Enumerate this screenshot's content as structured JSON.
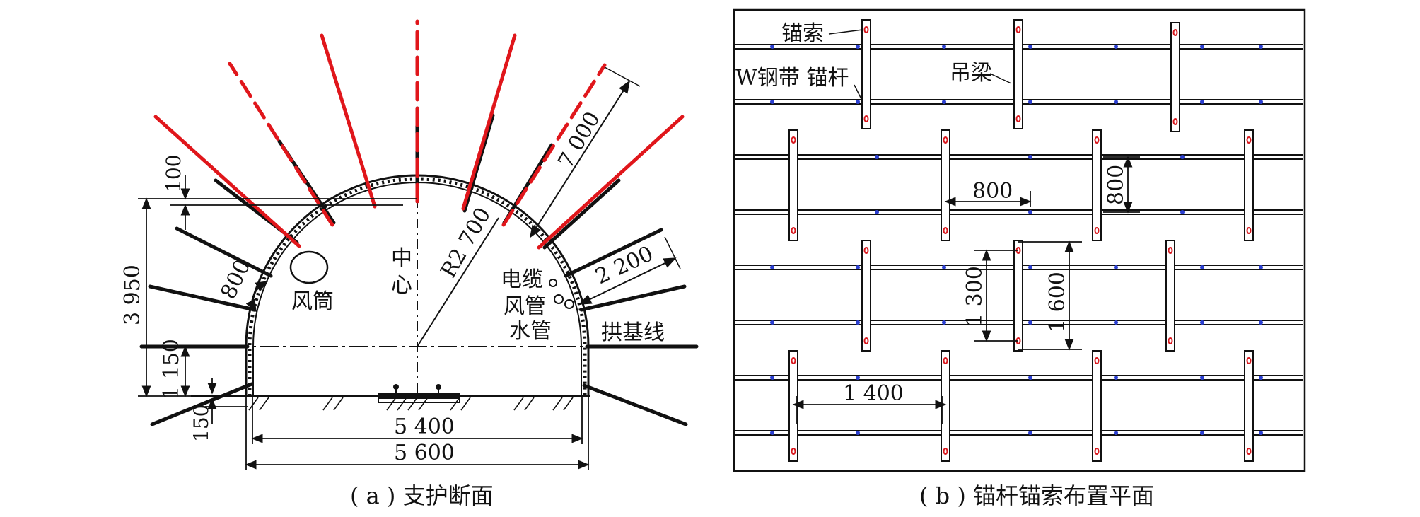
{
  "panel_a": {
    "caption": "( a ) 支护断面",
    "labels": {
      "air_duct": "风筒",
      "center_1": "中",
      "center_2": "心",
      "radius": "R2 700",
      "cable": "电缆",
      "air_pipe": "风管",
      "water_pipe": "水管",
      "arch_line": "拱基线"
    },
    "dims": {
      "d100": "100",
      "d3950": "3 950",
      "d800": "800",
      "d1150": "1 150",
      "d150": "150",
      "d5400": "5 400",
      "d5600": "5 600",
      "d7000": "7 000",
      "d2200": "2 200"
    }
  },
  "panel_b": {
    "caption": "( b ) 锚杆锚索布置平面",
    "labels": {
      "cable": "锚索",
      "wstrip_bolt": "W钢带 锚杆",
      "beam": "吊梁"
    },
    "dims": {
      "d800h": "800",
      "d800v": "800",
      "d1300": "1 300",
      "d1600": "1 600",
      "d1400": "1 400"
    }
  },
  "colors": {
    "ink": "#111111",
    "cable_red": "#e0161b",
    "bolt_blue": "#2b3fd1",
    "hole_red": "#d9181e"
  }
}
